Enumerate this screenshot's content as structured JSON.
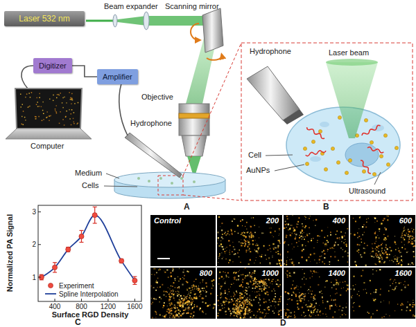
{
  "diagram": {
    "nodes": [
      {
        "text": [
          "Laser 532 nm"
        ]
      },
      {
        "text": [
          "Digitizer"
        ]
      },
      {
        "text": [
          "Amplifier"
        ]
      },
      {
        "text": [
          "Control"
        ]
      },
      {
        "text": [
          "200"
        ]
      },
      {
        "text": [
          "400"
        ]
      },
      {
        "text": [
          "600"
        ]
      },
      {
        "text": [
          "800"
        ]
      },
      {
        "text": [
          "1000"
        ]
      },
      {
        "text": [
          "1400"
        ]
      },
      {
        "text": [
          "1600"
        ]
      }
    ],
    "edges": [
      {
        "from": 1,
        "to": 2,
        "arrow": "none"
      }
    ],
    "labels": [
      "Beam expander",
      "Scanning mirror",
      "Objective",
      "Hydrophone",
      "Computer",
      "Medium",
      "Cells",
      "A",
      "Hydrophone",
      "Laser beam",
      "Cell",
      "AuNPs",
      "Ultrasound",
      "B",
      "1",
      "2",
      "3",
      "400",
      "800",
      "1200",
      "1600",
      "Normalized PA Signal",
      "Surface RGD Density",
      "C",
      "D"
    ],
    "legend": [
      {
        "text": "Experiment"
      },
      {
        "text": "Spline Interpolation"
      }
    ]
  }
}
